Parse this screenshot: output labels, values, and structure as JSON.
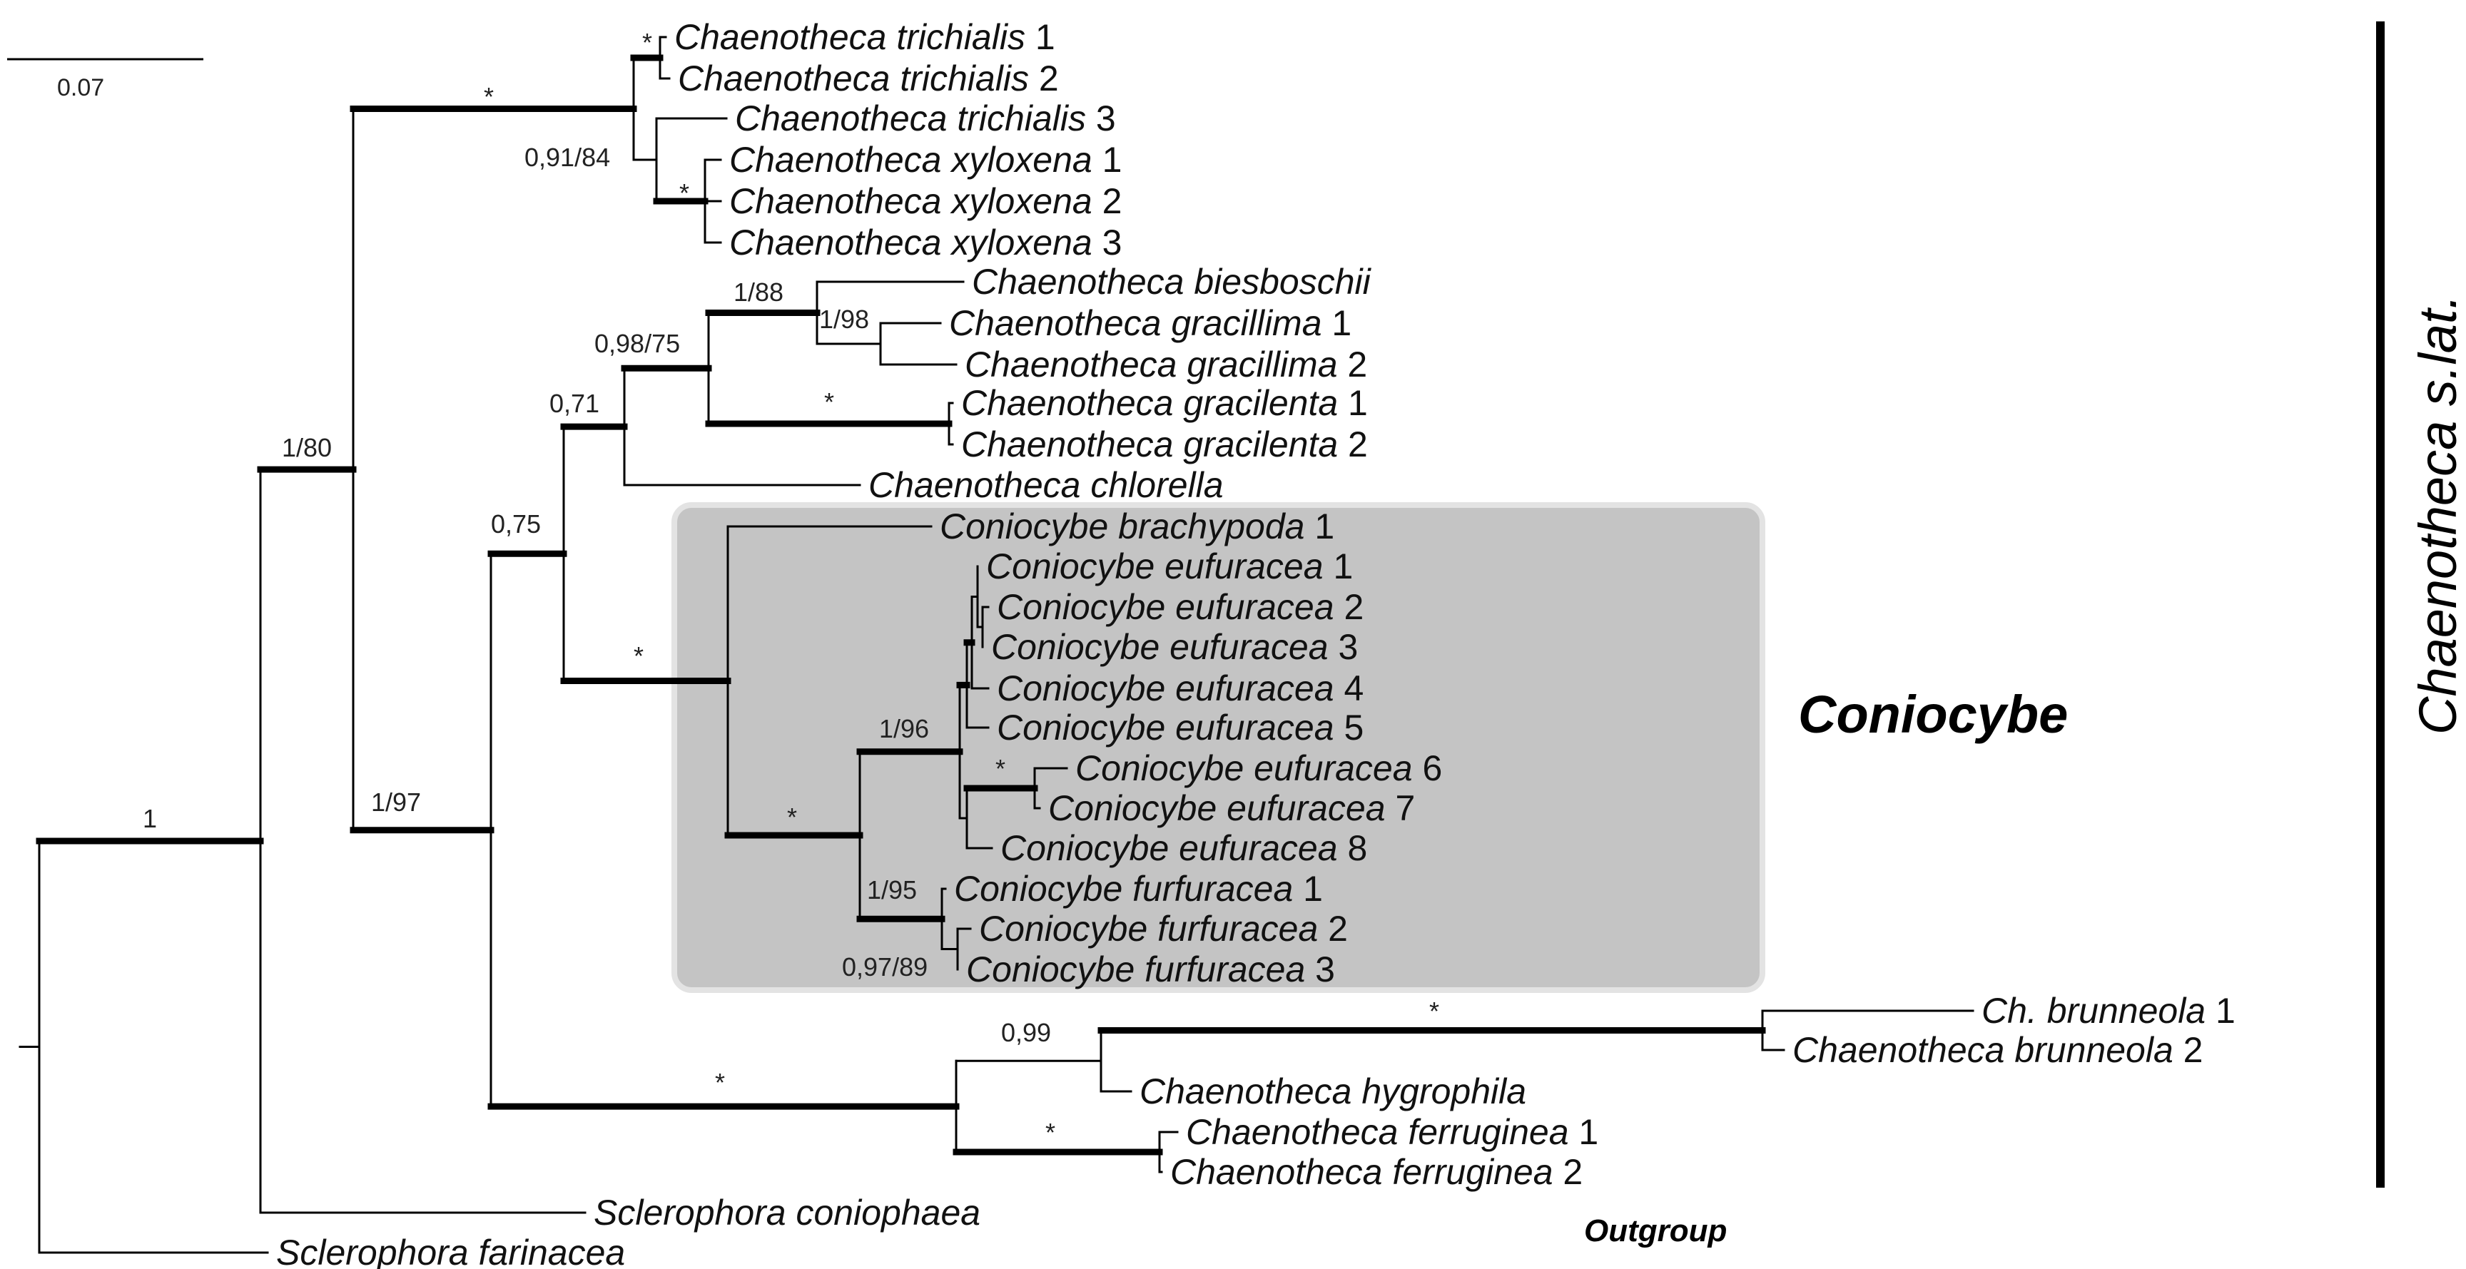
{
  "scale_bar": {
    "label": "0.07"
  },
  "clade_box_label": "Coniocybe",
  "group_bar_label": "Chaenotheca s.lat.",
  "outgroup_label": "Outgroup",
  "tips": [
    {
      "genus": "Chaenotheca",
      "epithet": "trichialis",
      "num": "1"
    },
    {
      "genus": "Chaenotheca",
      "epithet": "trichialis",
      "num": "2"
    },
    {
      "genus": "Chaenotheca",
      "epithet": "trichialis",
      "num": "3"
    },
    {
      "genus": "Chaenotheca",
      "epithet": "xyloxena",
      "num": "1"
    },
    {
      "genus": "Chaenotheca",
      "epithet": "xyloxena",
      "num": "2"
    },
    {
      "genus": "Chaenotheca",
      "epithet": "xyloxena",
      "num": "3"
    },
    {
      "genus": "Chaenotheca",
      "epithet": "biesboschii",
      "num": ""
    },
    {
      "genus": "Chaenotheca",
      "epithet": "gracillima",
      "num": "1"
    },
    {
      "genus": "Chaenotheca",
      "epithet": "gracillima",
      "num": "2"
    },
    {
      "genus": "Chaenotheca",
      "epithet": "gracilenta",
      "num": "1"
    },
    {
      "genus": "Chaenotheca",
      "epithet": "gracilenta",
      "num": "2"
    },
    {
      "genus": "Chaenotheca",
      "epithet": "chlorella",
      "num": ""
    },
    {
      "genus": "Coniocybe",
      "epithet": "brachypoda",
      "num": "1"
    },
    {
      "genus": "Coniocybe",
      "epithet": "eufuracea",
      "num": "1"
    },
    {
      "genus": "Coniocybe",
      "epithet": "eufuracea",
      "num": "2"
    },
    {
      "genus": "Coniocybe",
      "epithet": "eufuracea",
      "num": "3"
    },
    {
      "genus": "Coniocybe",
      "epithet": "eufuracea",
      "num": "4"
    },
    {
      "genus": "Coniocybe",
      "epithet": "eufuracea",
      "num": "5"
    },
    {
      "genus": "Coniocybe",
      "epithet": "eufuracea",
      "num": "6"
    },
    {
      "genus": "Coniocybe",
      "epithet": "eufuracea",
      "num": "7"
    },
    {
      "genus": "Coniocybe",
      "epithet": "eufuracea",
      "num": "8"
    },
    {
      "genus": "Coniocybe",
      "epithet": "furfuracea",
      "num": "1"
    },
    {
      "genus": "Coniocybe",
      "epithet": "furfuracea",
      "num": "2"
    },
    {
      "genus": "Coniocybe",
      "epithet": "furfuracea",
      "num": "3"
    },
    {
      "genus": "Ch.",
      "epithet": "brunneola",
      "num": "1"
    },
    {
      "genus": "Chaenotheca",
      "epithet": "brunneola",
      "num": "2"
    },
    {
      "genus": "Chaenotheca",
      "epithet": "hygrophila",
      "num": ""
    },
    {
      "genus": "Chaenotheca",
      "epithet": "ferruginea",
      "num": "1"
    },
    {
      "genus": "Chaenotheca",
      "epithet": "ferruginea",
      "num": "2"
    },
    {
      "genus": "Sclerophora",
      "epithet": "coniophaea",
      "num": ""
    },
    {
      "genus": "Sclerophora",
      "epithet": "farinacea",
      "num": ""
    }
  ],
  "support_values": [
    "*",
    "*",
    "0,91/84",
    "*",
    "1/88",
    "1/98",
    "0,98/75",
    "*",
    "0,71",
    "1/80",
    "0,75",
    "*",
    "1/96",
    "*",
    "*",
    "1/95",
    "0,97/89",
    "*",
    "0,99",
    "*",
    "*",
    "1/97",
    "1"
  ]
}
